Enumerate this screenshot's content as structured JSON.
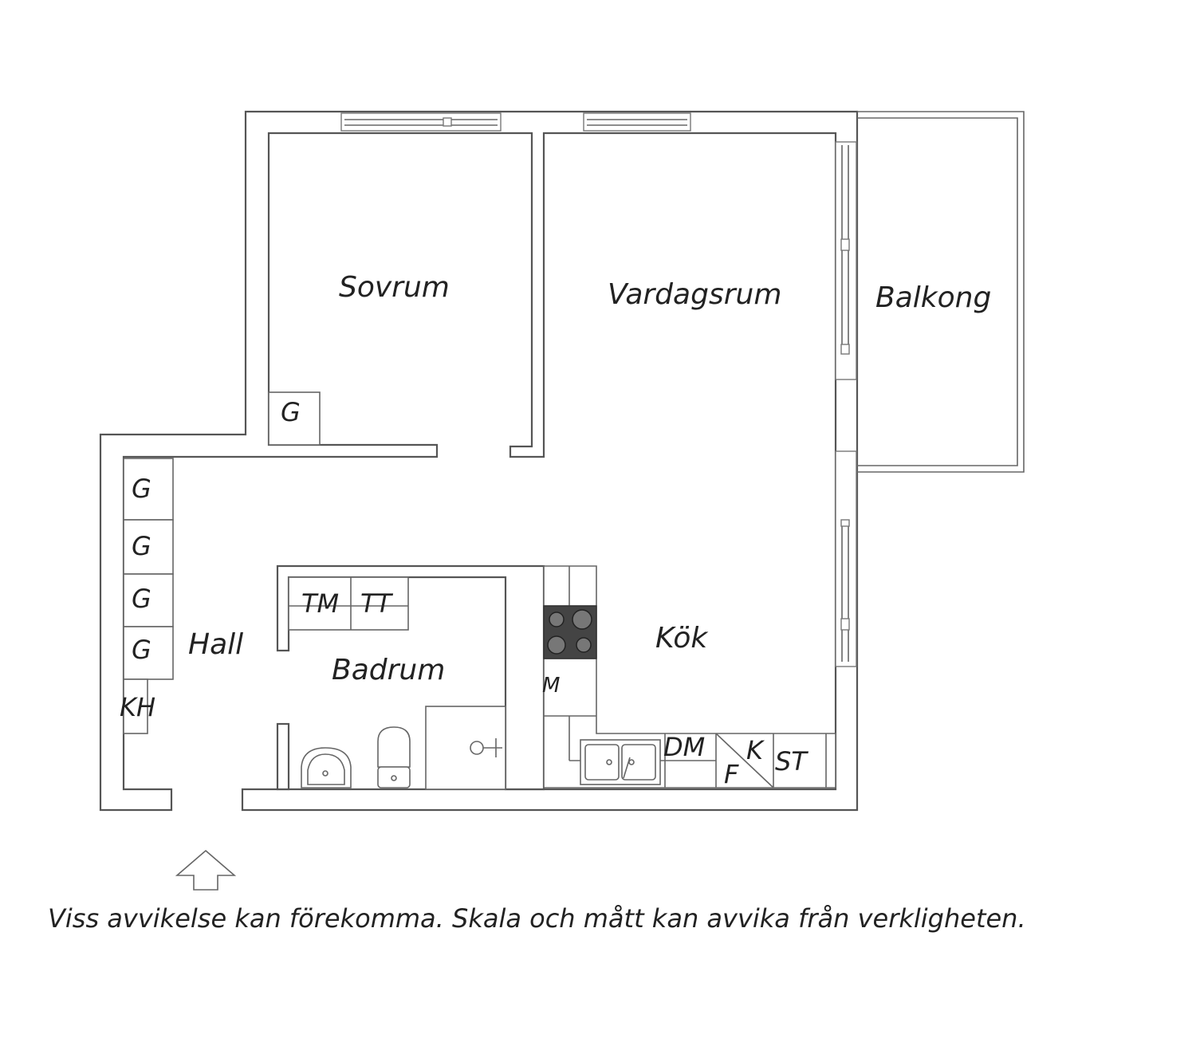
{
  "rooms": {
    "sovrum": "Sovrum",
    "vardagsrum": "Vardagsrum",
    "balkong": "Balkong",
    "hall": "Hall",
    "badrum": "Badrum",
    "kok": "Kök"
  },
  "fixtures": {
    "wardrobe": "G",
    "coat_rack": "KH",
    "washing_machine": "TM",
    "tumble_dryer": "TT",
    "microwave": "M",
    "dishwasher": "DM",
    "fridge": "K",
    "freezer": "F",
    "pantry": "ST"
  },
  "entrance_arrow": "up-arrow-icon",
  "disclaimer": "Viss avvikelse kan förekomma. Skala och mått kan avvika från verkligheten.",
  "colors": {
    "line": "#555555",
    "stove": "#444444"
  }
}
